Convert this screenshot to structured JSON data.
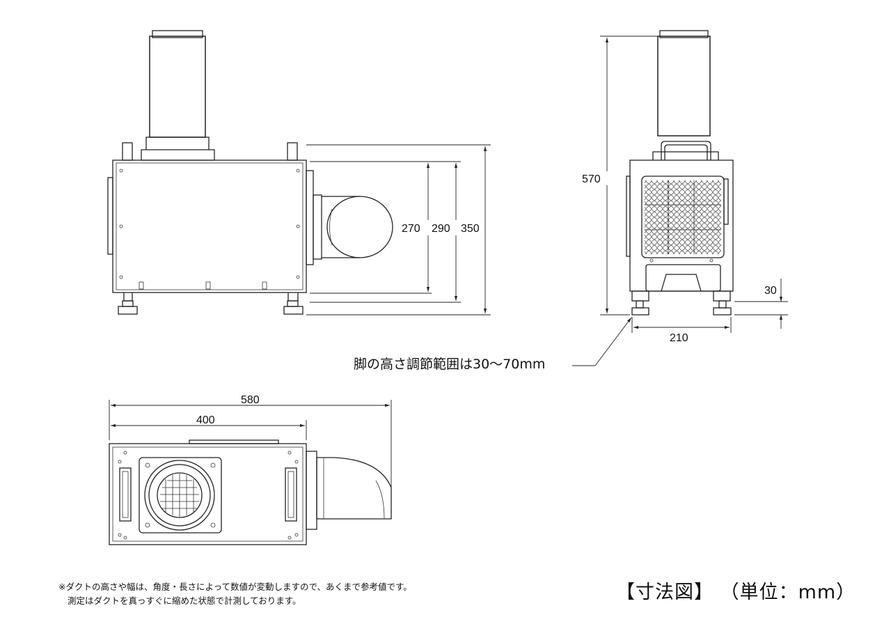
{
  "dimensions": {
    "d270": "270",
    "d290": "290",
    "d350": "350",
    "d570": "570",
    "d30": "30",
    "d210": "210",
    "d580": "580",
    "d400": "400"
  },
  "leg_note": "脚の高さ調節範囲は30〜70mm",
  "footnote": {
    "line1": "※ダクトの高さや幅は、角度・長さによって数値が変動しますので、あくまで参考値です。",
    "line2": "測定はダクトを真っすぐに縮めた状態で計測しております。"
  },
  "title": "【寸法図】 （単位：mm）"
}
